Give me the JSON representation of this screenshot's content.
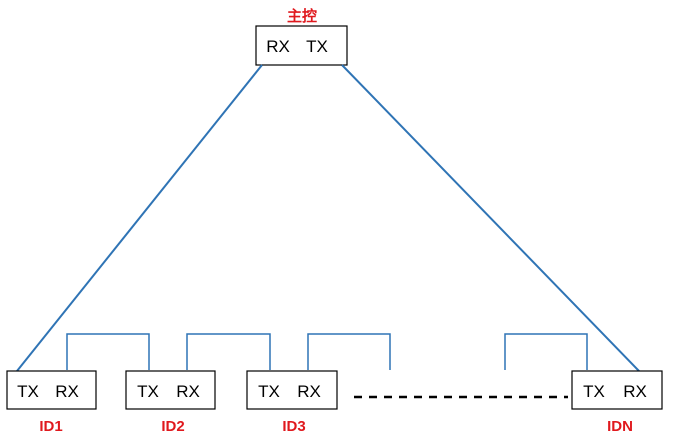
{
  "master": {
    "title": "主控",
    "port_left": "RX",
    "port_right": "TX"
  },
  "nodes": [
    {
      "id": "ID1",
      "port_left": "TX",
      "port_right": "RX"
    },
    {
      "id": "ID2",
      "port_left": "TX",
      "port_right": "RX"
    },
    {
      "id": "ID3",
      "port_left": "TX",
      "port_right": "RX"
    },
    {
      "id": "IDN",
      "port_left": "TX",
      "port_right": "RX"
    }
  ],
  "colors": {
    "line": "#2f74b5",
    "label": "#e0191e",
    "box_border": "#000000",
    "dashes": "#000000"
  }
}
